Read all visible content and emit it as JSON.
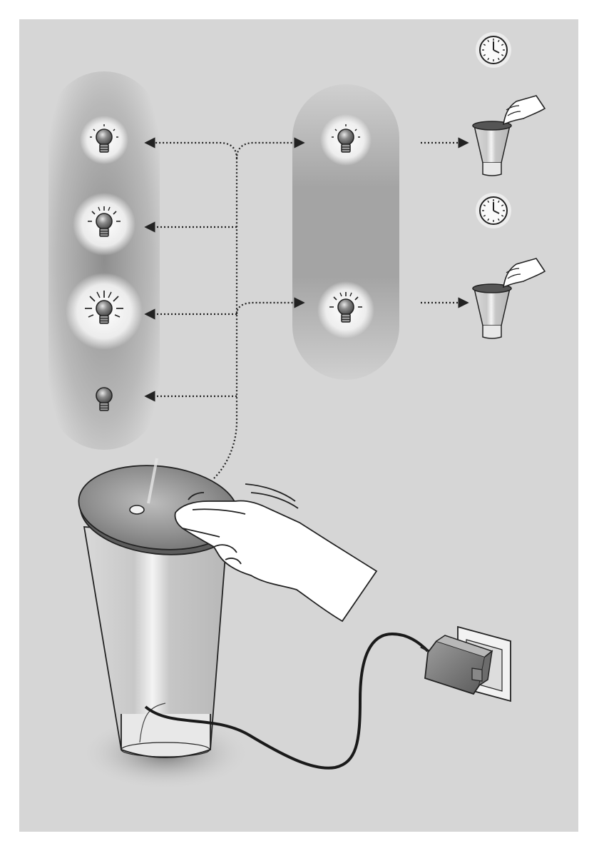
{
  "colors": {
    "page_background": "#ffffff",
    "panel_background": "#d6d6d6",
    "group_capsule": "#a9a9a9",
    "bulb_glass": "#7d7d7d",
    "bulb_base": "#8a8a8a",
    "arrow": "#222222",
    "line": "#111111"
  },
  "left_group": {
    "bulbs": [
      {
        "name": "bulb-low-glow",
        "glow_level": 1
      },
      {
        "name": "bulb-medium-glow",
        "glow_level": 2
      },
      {
        "name": "bulb-high-glow",
        "glow_level": 3
      },
      {
        "name": "bulb-off",
        "glow_level": 0
      }
    ]
  },
  "right_group": {
    "bulbs": [
      {
        "name": "bulb-timer-short",
        "glow_level": 1
      },
      {
        "name": "bulb-timer-long",
        "glow_level": 2
      }
    ],
    "timer_steps": [
      {
        "clock_icon": "clock-icon",
        "action_icon": "lamp-tap-icon"
      },
      {
        "clock_icon": "clock-icon",
        "action_icon": "lamp-tap-icon"
      }
    ]
  },
  "lamp": {
    "icons": [
      "lamp-icon",
      "hand-touch-icon",
      "power-adapter-icon",
      "wall-socket-icon",
      "power-cord-icon"
    ]
  }
}
